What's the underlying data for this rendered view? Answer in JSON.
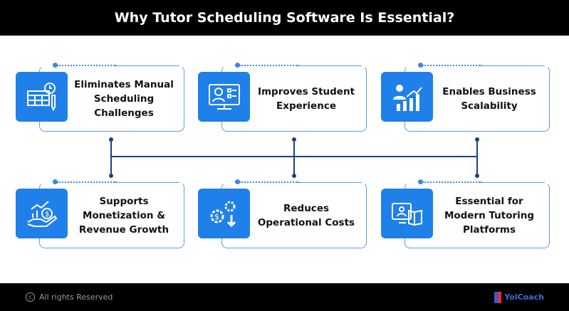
{
  "title": "Why Tutor Scheduling Software Is Essential?",
  "cards": [
    {
      "label": "Eliminates Manual Scheduling Challenges",
      "icon": "calendar-clock-icon"
    },
    {
      "label": "Improves Student Experience",
      "icon": "student-screen-icon"
    },
    {
      "label": "Enables Business Scalability",
      "icon": "growth-chart-icon"
    },
    {
      "label": "Supports Monetization & Revenue Growth",
      "icon": "money-hand-icon"
    },
    {
      "label": "Reduces Operational Costs",
      "icon": "cost-gears-icon"
    },
    {
      "label": "Essential for Modern Tutoring Platforms",
      "icon": "online-tutoring-icon"
    }
  ],
  "footer": {
    "copyright": "All rights Reserved",
    "brand": "YolCoach"
  },
  "colors": {
    "accent": "#1f80ea",
    "connector": "#1b3f8a"
  }
}
